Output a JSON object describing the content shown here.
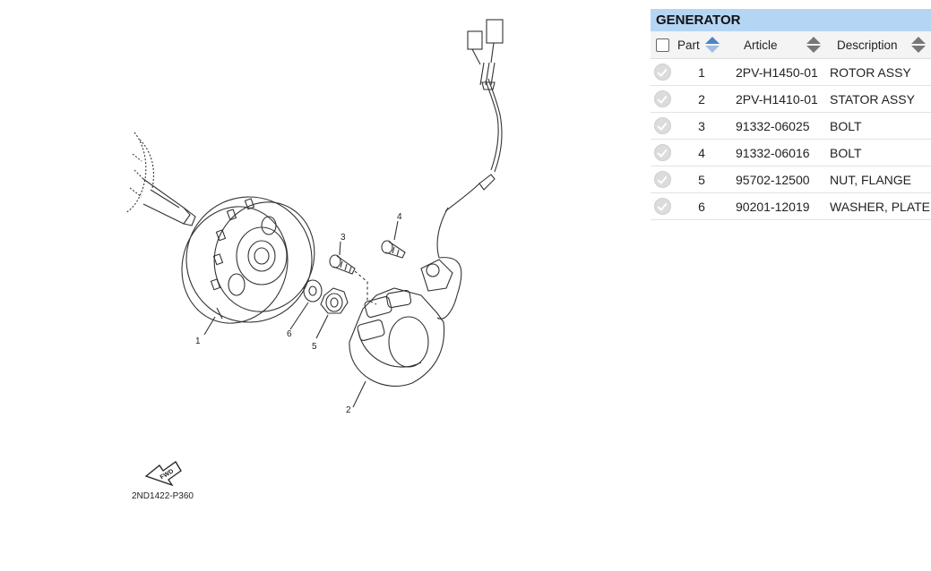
{
  "diagram": {
    "code": "2ND1422-P360",
    "fwd_label": "FWD",
    "callouts": [
      "1",
      "2",
      "3",
      "4",
      "5",
      "6"
    ]
  },
  "panel": {
    "title": "GENERATOR",
    "columns": {
      "part": "Part",
      "article": "Article",
      "description": "Description"
    },
    "rows": [
      {
        "part": "1",
        "article": "2PV-H1450-01",
        "description": "ROTOR ASSY"
      },
      {
        "part": "2",
        "article": "2PV-H1410-01",
        "description": "STATOR ASSY"
      },
      {
        "part": "3",
        "article": "91332-06025",
        "description": "BOLT"
      },
      {
        "part": "4",
        "article": "91332-06016",
        "description": "BOLT"
      },
      {
        "part": "5",
        "article": "95702-12500",
        "description": "NUT, FLANGE"
      },
      {
        "part": "6",
        "article": "90201-12019",
        "description": "WASHER, PLATE"
      }
    ]
  },
  "colors": {
    "title_bar": "#b5d5f5",
    "sort_active": "#4a86c8"
  }
}
